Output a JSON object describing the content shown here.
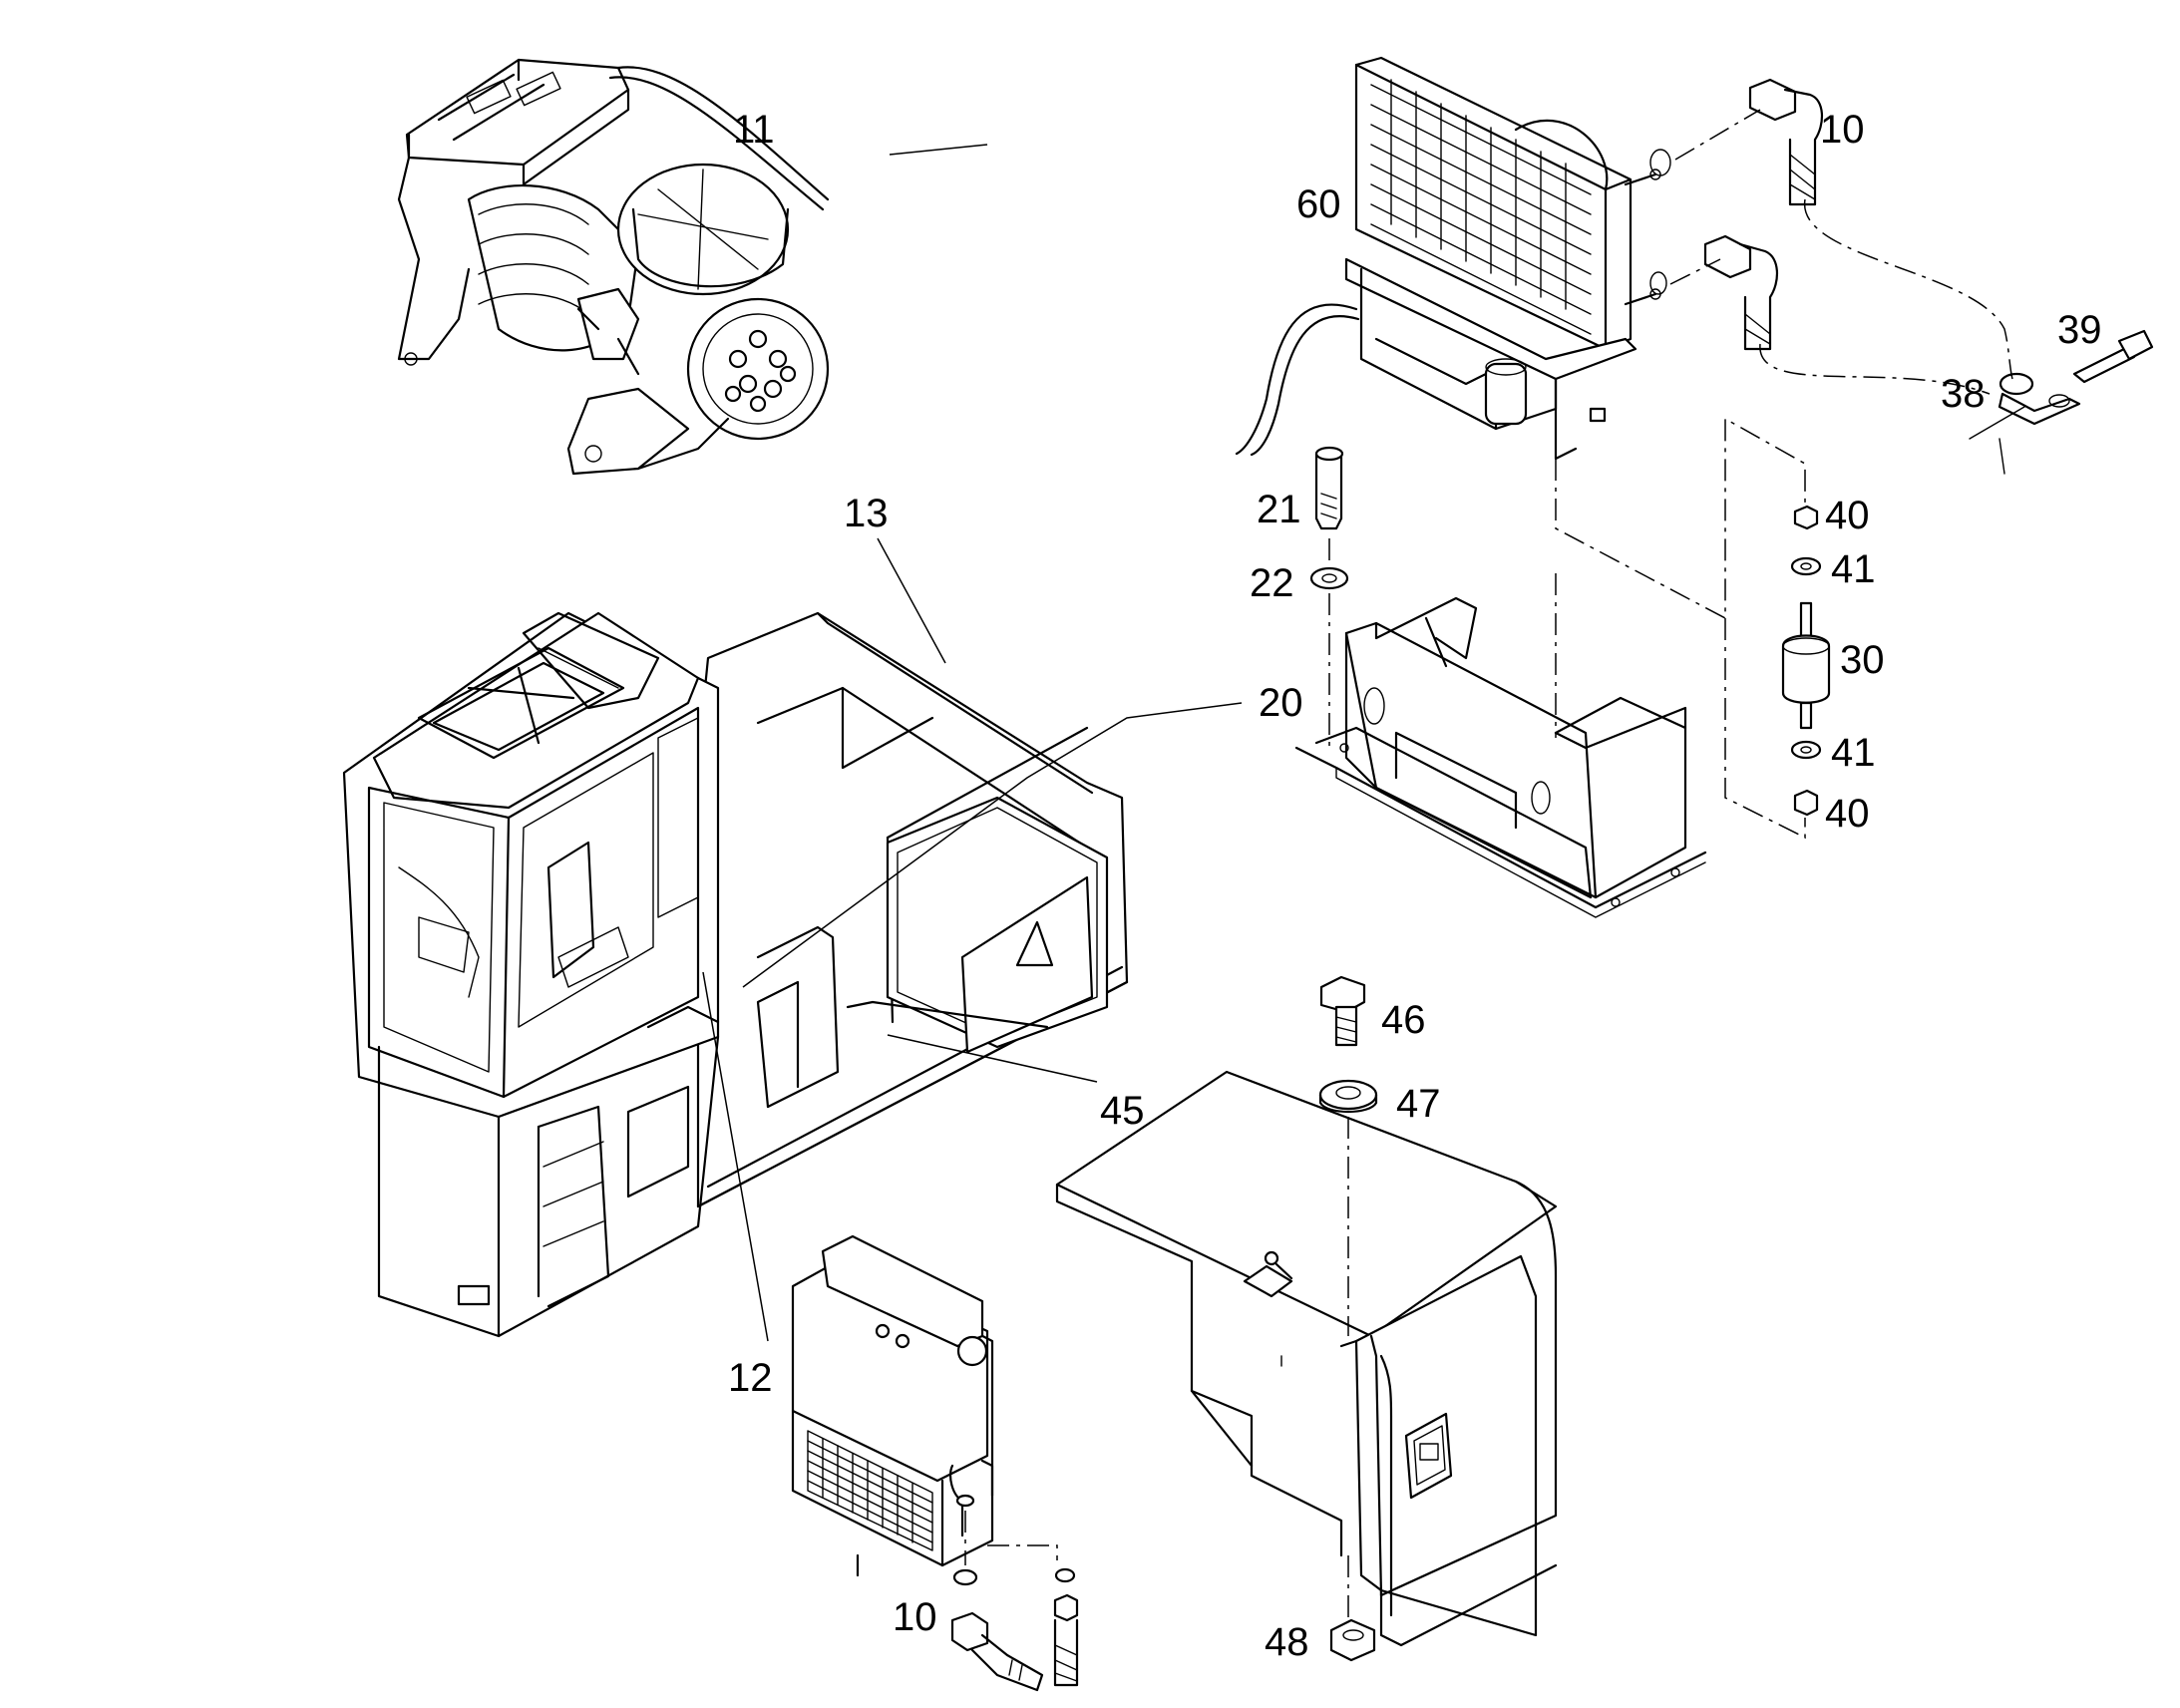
{
  "callouts": {
    "c10_top": "10",
    "c11": "11",
    "c60": "60",
    "c39": "39",
    "c38": "38",
    "c21": "21",
    "c22": "22",
    "c40_top": "40",
    "c41_top": "41",
    "c30": "30",
    "c20": "20",
    "c41_bottom": "41",
    "c40_bottom": "40",
    "c13": "13",
    "c46": "46",
    "c47": "47",
    "c45": "45",
    "c12": "12",
    "c10_bottom": "10",
    "c48": "48"
  }
}
